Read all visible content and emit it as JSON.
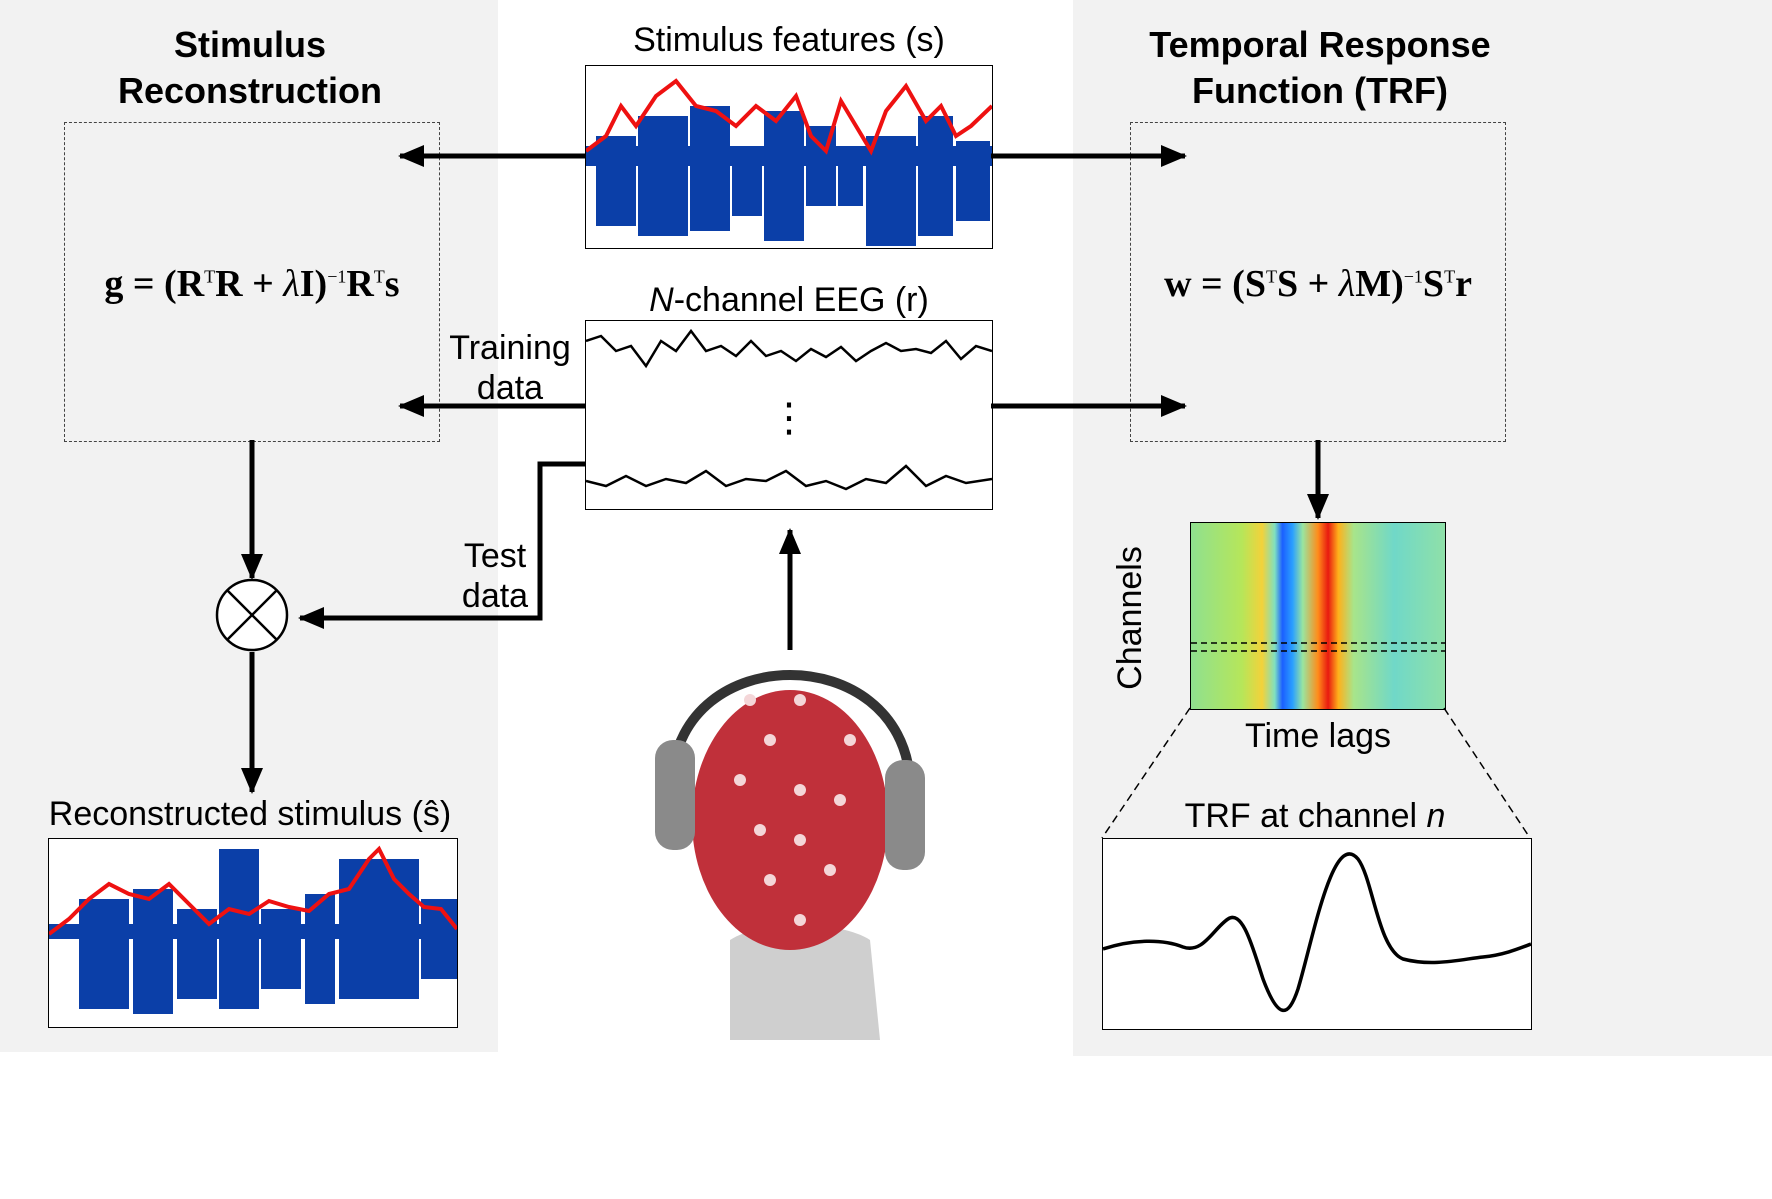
{
  "left_panel": {
    "title_line1": "Stimulus",
    "title_line2": "Reconstruction",
    "formula": "g = (RᵀR + λI)⁻¹ Rᵀs",
    "formula_parts": {
      "lhs": "g",
      "a": "R",
      "b": "R",
      "lam": "λ",
      "c": "I",
      "d": "R",
      "e": "s",
      "t": "T",
      "inv": "−1"
    }
  },
  "right_panel": {
    "title_line1": "Temporal Response",
    "title_line2": "Function (TRF)",
    "formula": "w = (SᵀS + λM)⁻¹ Sᵀr",
    "formula_parts": {
      "lhs": "w",
      "a": "S",
      "b": "S",
      "lam": "λ",
      "c": "M",
      "d": "S",
      "e": "r",
      "t": "T",
      "inv": "−1"
    }
  },
  "center": {
    "stimulus_title": "Stimulus features (s)",
    "eeg_title_italic": "N",
    "eeg_title_rest": "-channel EEG (r)",
    "ellipsis": "⋮"
  },
  "flow_labels": {
    "training_line1": "Training",
    "training_line2": "data",
    "test_line1": "Test",
    "test_line2": "data",
    "operator_symbol": "⊗"
  },
  "reconstructed": {
    "title": "Reconstructed stimulus (ŝ)"
  },
  "trf_heatmap": {
    "y_label": "Channels",
    "x_label": "Time lags"
  },
  "trf_channel": {
    "title_prefix": "TRF at channel ",
    "title_var": "n"
  },
  "colors": {
    "waveform_blue": "#0b3fa8",
    "envelope_red": "#ee1111",
    "panel_gray": "#f2f2f2",
    "cap_red": "#c0303a",
    "head_gray": "#cfcfcf"
  },
  "chart_data": [
    {
      "type": "line",
      "title": "Stimulus features (s)",
      "series": [
        {
          "name": "waveform",
          "color": "#0b3fa8"
        },
        {
          "name": "envelope",
          "color": "#ee1111"
        }
      ]
    },
    {
      "type": "line",
      "title": "N-channel EEG (r)",
      "series": [
        {
          "name": "channel 1"
        },
        {
          "name": "channel N"
        }
      ]
    },
    {
      "type": "heatmap",
      "title": "TRF",
      "xlabel": "Time lags",
      "ylabel": "Channels"
    },
    {
      "type": "line",
      "title": "TRF at channel n",
      "x": [
        0,
        1,
        2,
        3,
        4,
        5,
        6,
        7,
        8,
        9,
        10,
        11,
        12,
        13,
        14,
        15,
        16,
        17,
        18,
        19,
        20
      ],
      "values": [
        0.05,
        0.08,
        0.1,
        0.08,
        0.04,
        0.05,
        0.15,
        0.3,
        0.1,
        -0.45,
        -0.9,
        -0.4,
        0.5,
        1.0,
        0.7,
        0.1,
        -0.05,
        0.0,
        0.02,
        0.0,
        0.05
      ]
    },
    {
      "type": "line",
      "title": "Reconstructed stimulus (ŝ)",
      "series": [
        {
          "name": "waveform",
          "color": "#0b3fa8"
        },
        {
          "name": "reconstruction",
          "color": "#ee1111"
        }
      ]
    }
  ]
}
